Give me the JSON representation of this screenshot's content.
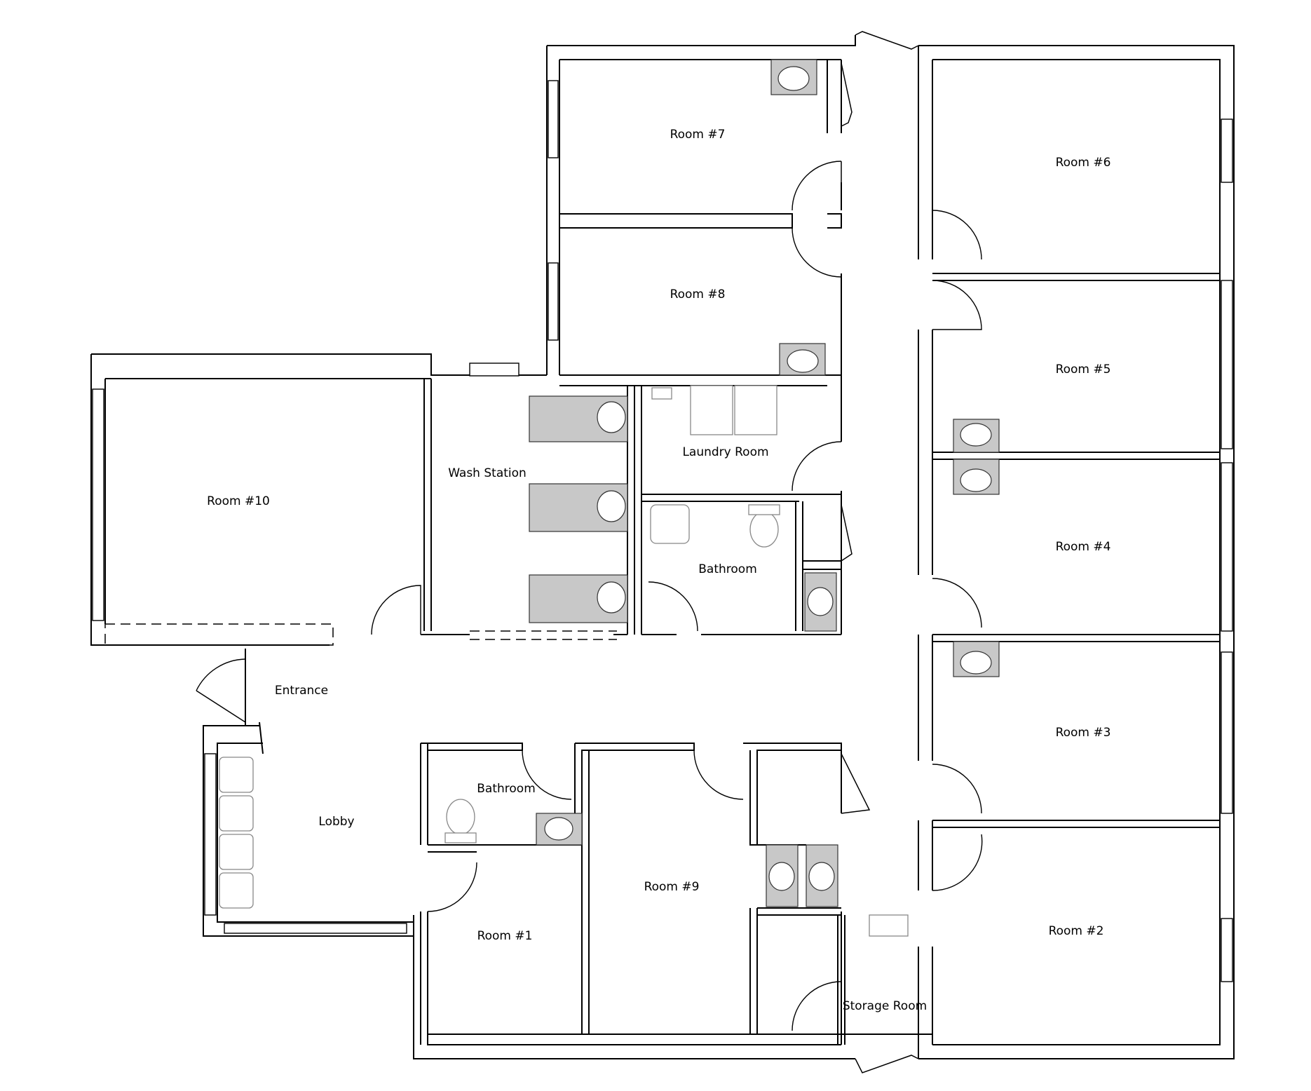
{
  "rooms": {
    "room7": "Room #7",
    "room6": "Room #6",
    "room8": "Room #8",
    "room5": "Room #5",
    "room4": "Room #4",
    "room3": "Room #3",
    "room2": "Room #2",
    "room10": "Room #10",
    "room9": "Room #9",
    "room1": "Room #1",
    "wash_station": "Wash Station",
    "laundry_room": "Laundry Room",
    "bathroom_upper": "Bathroom",
    "bathroom_lower": "Bathroom",
    "entrance": "Entrance",
    "lobby": "Lobby",
    "storage_room": "Storage Room"
  }
}
